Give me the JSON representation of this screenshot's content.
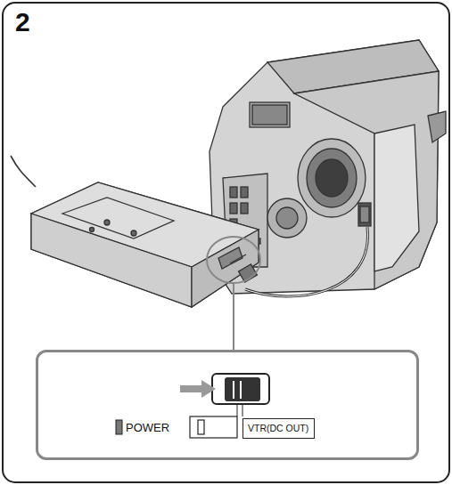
{
  "diagram": {
    "nodes": [
      {
        "text": [
          "POWER"
        ]
      },
      {
        "text": [
          "VTR(DC OUT)"
        ],
        "in": 0
      }
    ],
    "labels": [
      "2"
    ]
  }
}
